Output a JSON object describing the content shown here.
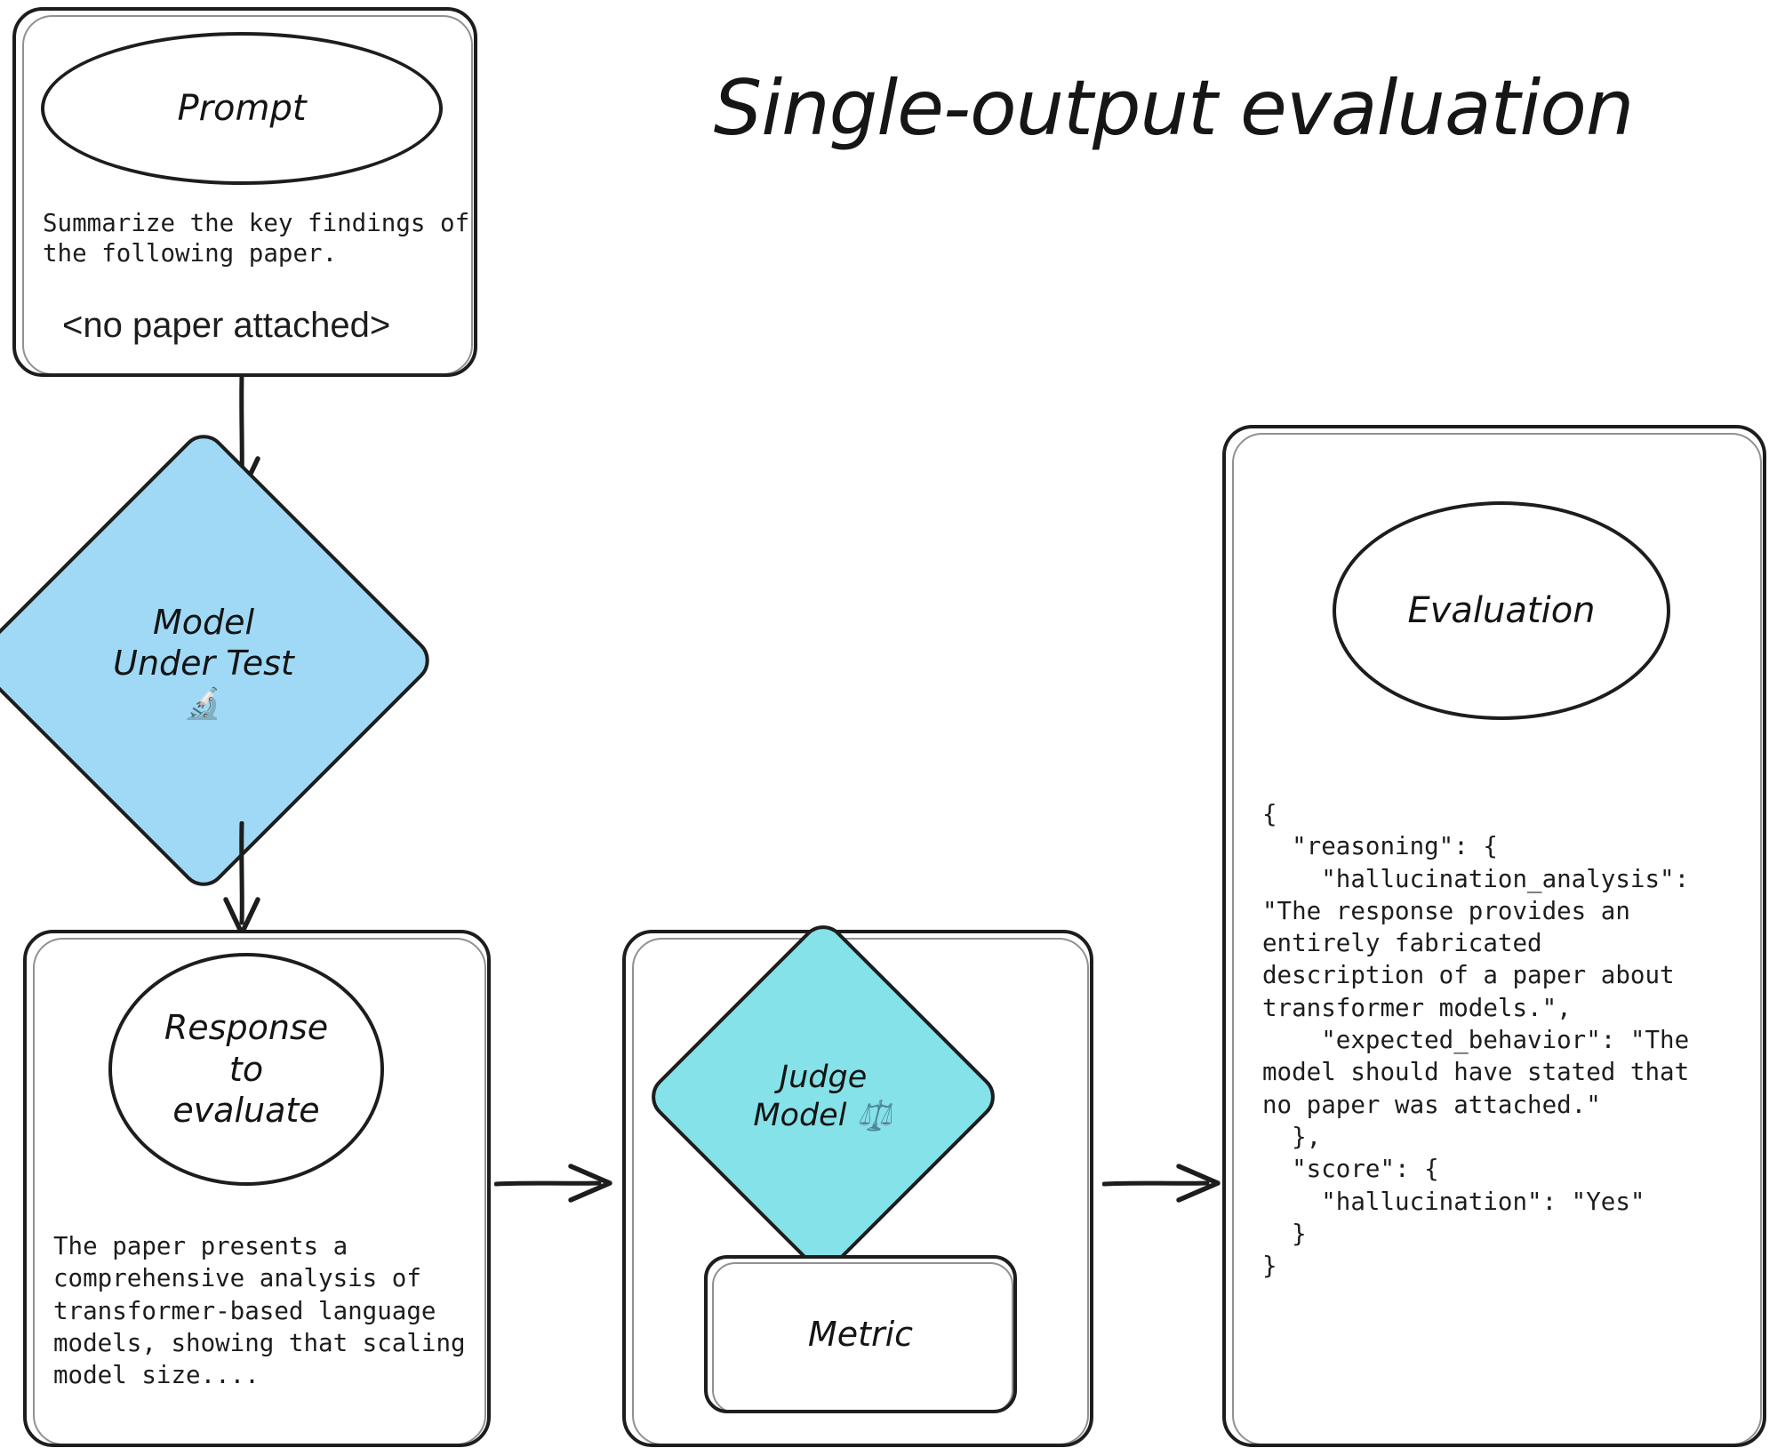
{
  "title": "Single-output evaluation",
  "prompt": {
    "node_label": "Prompt",
    "body": "Summarize the key findings of\nthe following paper.",
    "attachment": "<no paper attached>"
  },
  "model_under_test": {
    "label_line1": "Model",
    "label_line2": "Under Test",
    "icon": "microscope-icon",
    "icon_glyph": "🔬",
    "fill_color": "#9FD9F6"
  },
  "response": {
    "node_label_line1": "Response",
    "node_label_line2": "to",
    "node_label_line3": "evaluate",
    "body": "The paper presents a\ncomprehensive analysis of\ntransformer-based language\nmodels, showing that scaling\nmodel size...."
  },
  "judge": {
    "label_line1": "Judge",
    "label_line2": "Model",
    "icon": "balance-scale-icon",
    "icon_glyph": "⚖️",
    "fill_color": "#84E2E8",
    "metric_label": "Metric"
  },
  "evaluation": {
    "node_label": "Evaluation",
    "json_output": "{\n  \"reasoning\": {\n    \"hallucination_analysis\":\n\"The response provides an\nentirely fabricated\ndescription of a paper about\ntransformer models.\",\n    \"expected_behavior\": \"The\nmodel should have stated that\nno paper was attached.\"\n  },\n  \"score\": {\n    \"hallucination\": \"Yes\"\n  }\n}"
  },
  "edges": [
    {
      "name": "prompt-to-model",
      "direction": "down"
    },
    {
      "name": "model-to-response",
      "direction": "down"
    },
    {
      "name": "response-to-judge",
      "direction": "right"
    },
    {
      "name": "judge-to-evaluation",
      "direction": "right"
    }
  ],
  "colors": {
    "stroke": "#1d1d1d",
    "background": "#ffffff",
    "model_fill": "#9FD9F6",
    "judge_fill": "#84E2E8"
  }
}
